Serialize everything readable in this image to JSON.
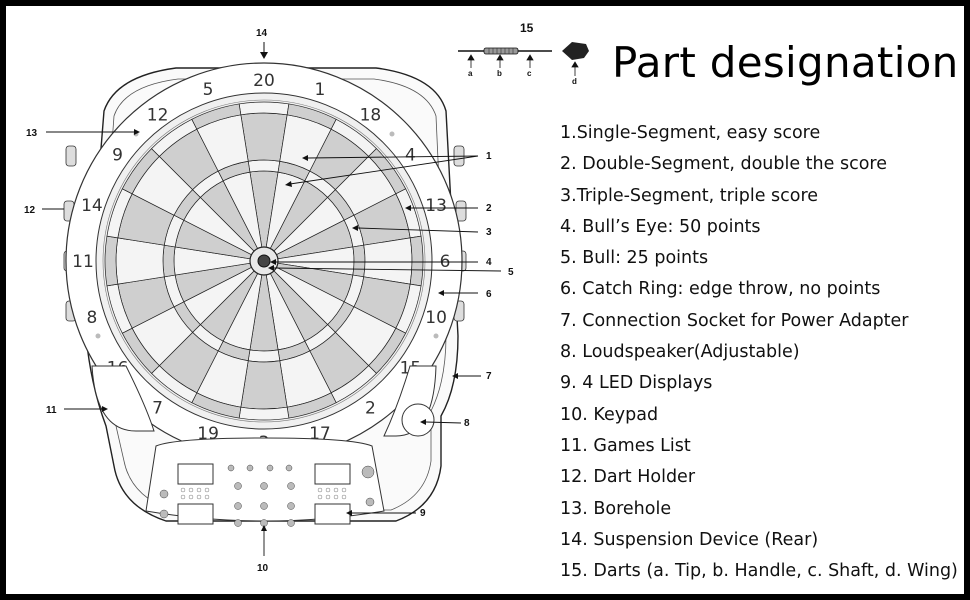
{
  "title": "Part designation",
  "legend": [
    "1.Single-Segment, easy score",
    "2. Double-Segment, double the score",
    "3.Triple-Segment, triple score",
    "4. Bull’s Eye: 50 points",
    "5. Bull: 25 points",
    "6. Catch Ring: edge throw, no points",
    "7. Connection Socket for Power Adapter",
    "8. Loudspeaker(Adjustable)",
    "9. 4 LED Displays",
    "10. Keypad",
    "11. Games List",
    "12. Dart Holder",
    "13. Borehole",
    "14. Suspension Device (Rear)",
    "15. Darts (a. Tip, b. Handle, c. Shaft, d. Wing)"
  ],
  "callouts": {
    "c1": "1",
    "c2": "2",
    "c3": "3",
    "c4": "4",
    "c5": "5",
    "c6": "6",
    "c7": "7",
    "c8": "8",
    "c9": "9",
    "c10": "10",
    "c11": "11",
    "c12": "12",
    "c13": "13",
    "c14": "14",
    "c15": "15"
  },
  "dart_parts": {
    "a": "a",
    "b": "b",
    "c": "c",
    "d": "d"
  },
  "board_numbers": [
    "20",
    "1",
    "18",
    "4",
    "13",
    "6",
    "10",
    "15",
    "2",
    "17",
    "3",
    "19",
    "7",
    "16",
    "8",
    "11",
    "14",
    "9",
    "12",
    "5"
  ],
  "colors": {
    "line": "#222222",
    "shade": "#cfcfcf",
    "light": "#f4f4f4",
    "frame": "#000000"
  }
}
